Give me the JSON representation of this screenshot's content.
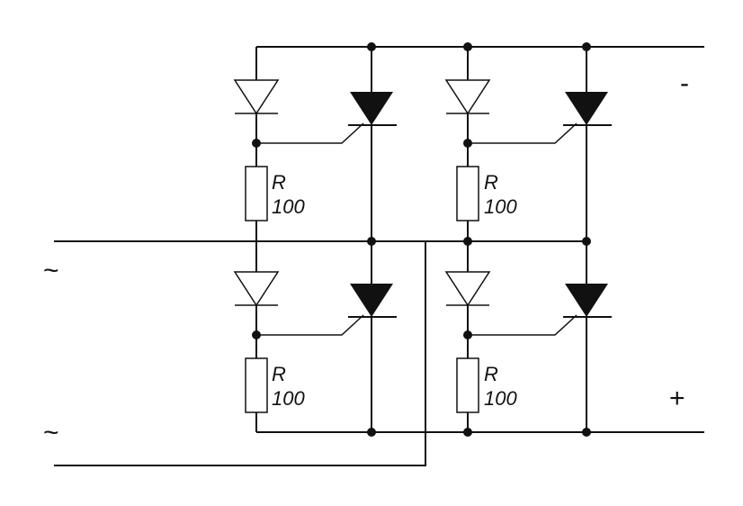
{
  "terminals": {
    "minus": "-",
    "plus": "+",
    "ac_top": "~",
    "ac_bottom": "~"
  },
  "resistors": [
    {
      "letter": "R",
      "value": "100"
    },
    {
      "letter": "R",
      "value": "100"
    },
    {
      "letter": "R",
      "value": "100"
    },
    {
      "letter": "R",
      "value": "100"
    }
  ]
}
